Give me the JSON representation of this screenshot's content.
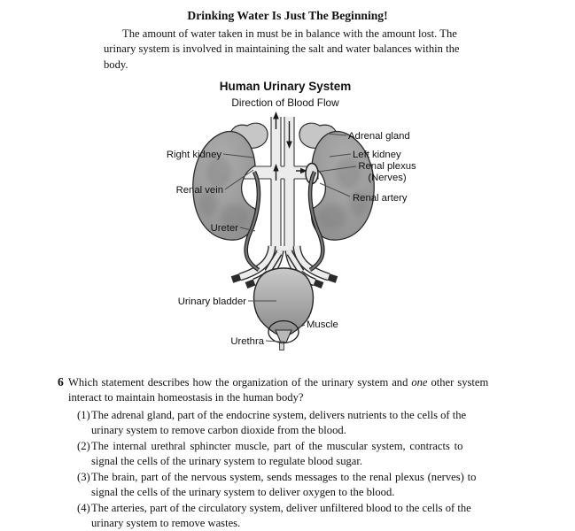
{
  "header": {
    "title": "Drinking Water Is Just The Beginning!"
  },
  "intro": {
    "lines": [
      "The amount of water taken in must be in balance with the amount lost. The",
      "urinary system is involved in maintaining the salt and water balances within the",
      "body."
    ]
  },
  "diagram": {
    "title": "Human Urinary System",
    "subtitle": "Direction of Blood Flow",
    "labels": {
      "adrenal_gland": "Adrenal gland",
      "right_kidney": "Right kidney",
      "left_kidney": "Left kidney",
      "renal_plexus_1": "Renal plexus",
      "renal_plexus_2": "(Nerves)",
      "renal_vein": "Renal vein",
      "renal_artery": "Renal artery",
      "ureter": "Ureter",
      "urinary_bladder": "Urinary bladder",
      "muscle": "Muscle",
      "urethra": "Urethra"
    },
    "colors": {
      "kidney": "#9a9a9a",
      "adrenal": "#c6c6c6",
      "vessel": "#ececec",
      "bladder_top": "#c9c9c9",
      "bladder_bottom": "#8a8a8a",
      "outline": "#2a2a2a"
    }
  },
  "question": {
    "number": "6",
    "stem_line1_a": "Which statement describes how the organization of the urinary system and ",
    "stem_italic": "one",
    "stem_line1_b": " other system",
    "stem_line2": "interact to maintain homeostasis in the human body?",
    "options": [
      {
        "num": "(1)",
        "lines": [
          "The adrenal gland, part of the endocrine system, delivers nutrients to the cells of the",
          "urinary system to remove carbon dioxide from the blood."
        ]
      },
      {
        "num": "(2)",
        "lines": [
          "The internal urethral sphincter muscle, part of the muscular system, contracts to",
          "signal the cells of the urinary system to regulate blood sugar."
        ]
      },
      {
        "num": "(3)",
        "lines": [
          "The brain, part of the nervous system, sends messages to the renal plexus (nerves) to",
          "signal the cells of the urinary system to deliver oxygen to the blood."
        ]
      },
      {
        "num": "(4)",
        "lines": [
          "The arteries, part of the circulatory system, deliver unfiltered blood to the cells of the",
          "urinary system to remove wastes."
        ]
      }
    ]
  }
}
